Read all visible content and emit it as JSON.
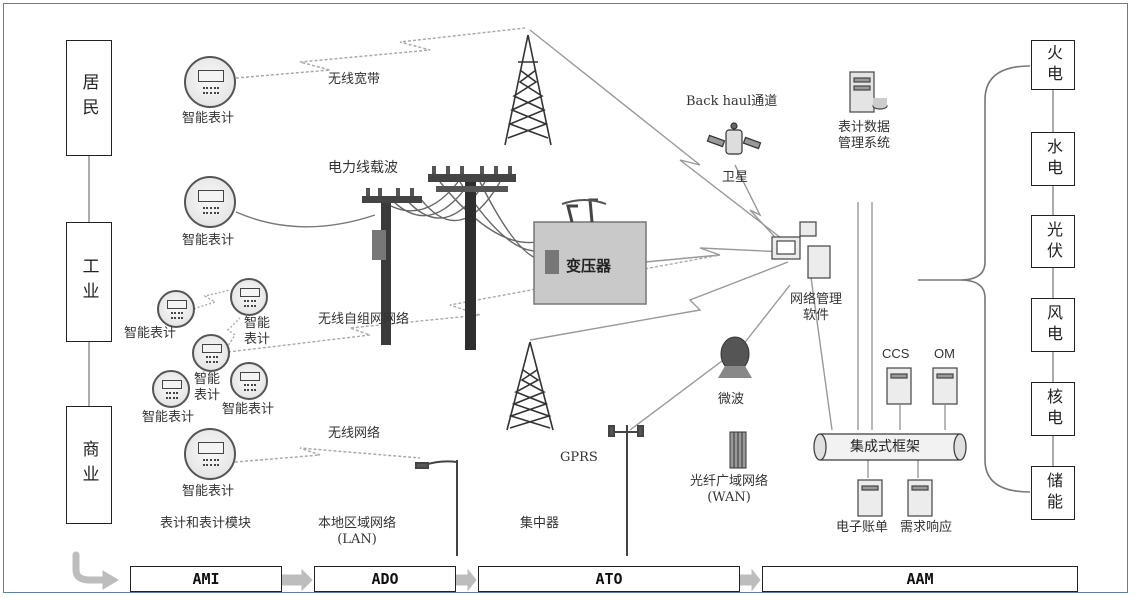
{
  "left_categories": [
    "居民",
    "工业",
    "商业"
  ],
  "right_sources": [
    "火电",
    "水电",
    "光伏",
    "风电",
    "核电",
    "储能"
  ],
  "stages": [
    "AMI",
    "ADO",
    "ATO",
    "AAM"
  ],
  "labels": {
    "meter_1": "智能表计",
    "meter_2": "智能表计",
    "meter_3": "智能表计",
    "meter_4": "智能\n表计",
    "meter_5": "智能\n表计",
    "meter_6": "智能表计",
    "meter_7": "智能表计",
    "meter_8": "智能表计",
    "wireless_broadband": "无线宽带",
    "powerline_carrier": "电力线载波",
    "wireless_mesh": "无线自组网网络",
    "wireless_network": "无线网络",
    "meters_and_modules": "表计和表计模块",
    "lan": "本地区域网络\n(LAN)",
    "concentrator": "集中器",
    "gprs": "GPRS",
    "transformer": "变压器",
    "backhaul": "Back haul通道",
    "satellite": "卫星",
    "mdms": "表计数据\n管理系统",
    "nms": "网络管理\n软件",
    "microwave": "微波",
    "fiber_wan": "光纤广域网络\n(WAN)",
    "ccs": "CCS",
    "om": "OM",
    "integration_framework": "集成式框架",
    "e_billing": "电子账单",
    "demand_response": "需求响应"
  }
}
